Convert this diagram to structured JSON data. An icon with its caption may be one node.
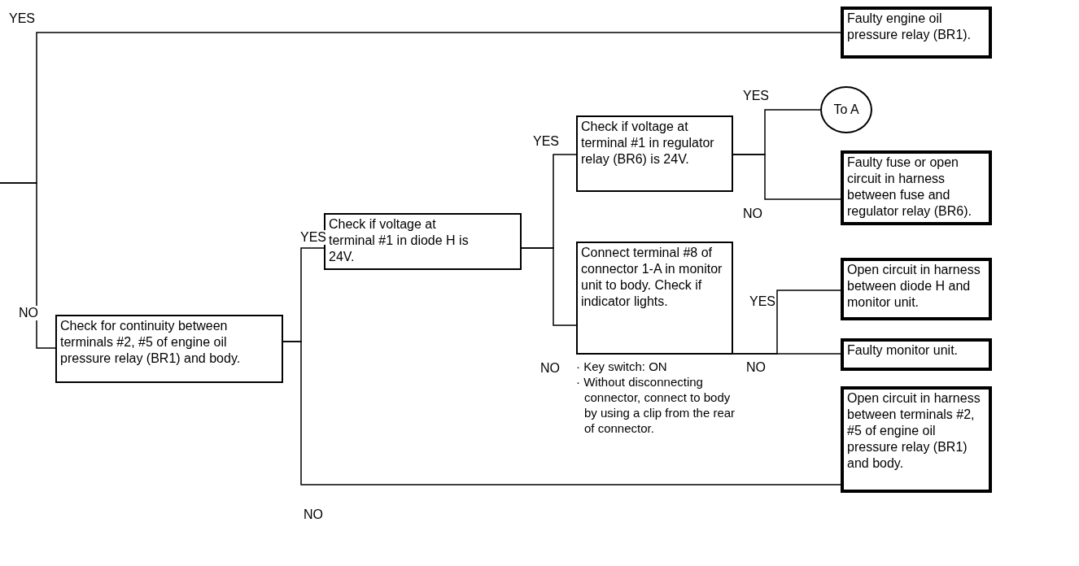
{
  "diagram": {
    "nodes": [
      {
        "text": [
          "Faulty engine oil pressure relay (BR1)."
        ]
      },
      {
        "text": [
          "Check for continuity between terminals #2, #5 of engine oil pressure relay (BR1) and body."
        ]
      },
      {
        "text": [
          "Check if voltage at terminal #1 in diode H is 24V."
        ]
      },
      {
        "text": [
          "Check if voltage at terminal #1 in regulator relay (BR6) is 24V."
        ]
      },
      {
        "text": [
          "To A"
        ]
      },
      {
        "text": [
          "Faulty fuse or open circuit in harness between fuse and regulator relay (BR6)."
        ]
      },
      {
        "text": [
          "Connect terminal #8 of connector 1-A in monitor unit to body. Check if indicator lights."
        ],
        "beside": [
          "· Key switch: ON",
          "· Without disconnecting connector, connect to body by using a clip from the rear of connector."
        ]
      },
      {
        "text": [
          "Open circuit in harness between diode H and monitor unit."
        ]
      },
      {
        "text": [
          "Faulty monitor unit."
        ]
      },
      {
        "text": [
          "Open circuit in harness between terminals #2, #5 of engine oil pressure relay (BR1) and body."
        ]
      }
    ],
    "edges": [
      {
        "from": null,
        "to": 0,
        "arrow": "none",
        "label": "YES"
      },
      {
        "from": null,
        "to": 1,
        "arrow": "none",
        "label": "NO"
      },
      {
        "from": 1,
        "to": 2,
        "arrow": "none",
        "label": "YES"
      },
      {
        "from": 1,
        "to": 9,
        "arrow": "none",
        "label": "NO"
      },
      {
        "from": 2,
        "to": 3,
        "arrow": "none",
        "label": "YES"
      },
      {
        "from": 2,
        "to": 6,
        "arrow": "none",
        "label": "NO"
      },
      {
        "from": 3,
        "to": 4,
        "arrow": "none",
        "label": "YES"
      },
      {
        "from": 3,
        "to": 5,
        "arrow": "none",
        "label": "NO"
      },
      {
        "from": 6,
        "to": 7,
        "arrow": "none",
        "label": "YES"
      },
      {
        "from": 6,
        "to": 8,
        "arrow": "none",
        "label": "NO"
      }
    ]
  }
}
